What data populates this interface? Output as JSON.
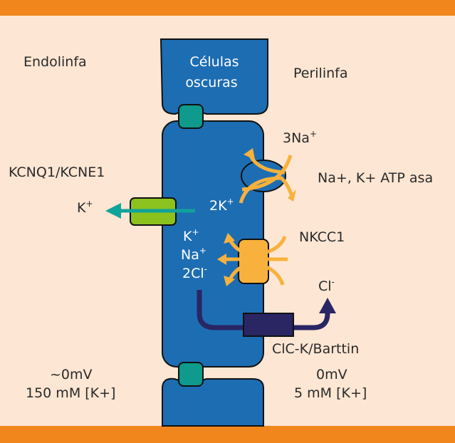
{
  "labels": {
    "endolymph": "Endolinfa",
    "perilymph": "Perilinfa",
    "dark_cells_line1": "Células",
    "dark_cells_line2": "oscuras",
    "kcnq": "KCNQ1/KCNE1",
    "k_out": "K",
    "na3": "3Na",
    "atpase": "Na+, K+ ATP asa",
    "k2": "2K",
    "nkcc": "NKCC1",
    "k_in": "K",
    "na_in": "Na",
    "cl2": "2Cl",
    "cl_out": "Cl",
    "clck": "ClC-K/Barttin",
    "endo_potential": "~0mV",
    "endo_conc": "150 mM [K+]",
    "peri_potential": "0mV",
    "peri_conc": "5 mM [K+]",
    "plus": "+",
    "minus": "-"
  },
  "colors": {
    "background": "#fde6d3",
    "frame": "#f0861c",
    "cell": "#1d6db3",
    "tight_junction": "#0e9a8c",
    "kcnq_channel": "#8cc21e",
    "atpase_arrows": "#f8b13c",
    "nkcc": "#f8b13c",
    "clck": "#2a2563",
    "k_arrow": "#10a39a"
  }
}
